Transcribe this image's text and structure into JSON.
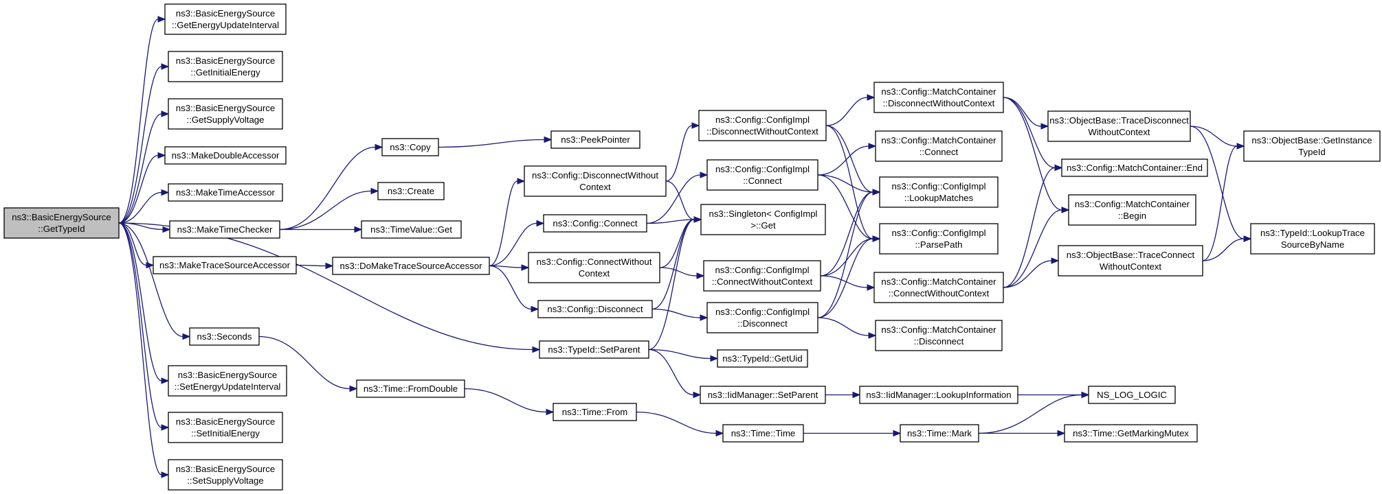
{
  "title": "",
  "nodes": [
    {
      "id": "root",
      "lines": [
        "ns3::BasicEnergySource",
        "::GetTypeId"
      ],
      "root": true
    },
    {
      "id": "getEnergyUpdateInterval",
      "lines": [
        "ns3::BasicEnergySource",
        "::GetEnergyUpdateInterval"
      ]
    },
    {
      "id": "getInitialEnergy",
      "lines": [
        "ns3::BasicEnergySource",
        "::GetInitialEnergy"
      ]
    },
    {
      "id": "getSupplyVoltage",
      "lines": [
        "ns3::BasicEnergySource",
        "::GetSupplyVoltage"
      ]
    },
    {
      "id": "makeDoubleAccessor",
      "lines": [
        "ns3::MakeDoubleAccessor"
      ]
    },
    {
      "id": "makeTimeAccessor",
      "lines": [
        "ns3::MakeTimeAccessor"
      ]
    },
    {
      "id": "makeTimeChecker",
      "lines": [
        "ns3::MakeTimeChecker"
      ]
    },
    {
      "id": "makeTraceSourceAccessor",
      "lines": [
        "ns3::MakeTraceSourceAccessor"
      ]
    },
    {
      "id": "seconds",
      "lines": [
        "ns3::Seconds"
      ]
    },
    {
      "id": "setEnergyUpdateInterval",
      "lines": [
        "ns3::BasicEnergySource",
        "::SetEnergyUpdateInterval"
      ]
    },
    {
      "id": "setInitialEnergy",
      "lines": [
        "ns3::BasicEnergySource",
        "::SetInitialEnergy"
      ]
    },
    {
      "id": "setSupplyVoltage",
      "lines": [
        "ns3::BasicEnergySource",
        "::SetSupplyVoltage"
      ]
    },
    {
      "id": "copy",
      "lines": [
        "ns3::Copy"
      ]
    },
    {
      "id": "create",
      "lines": [
        "ns3::Create"
      ]
    },
    {
      "id": "timeValueGet",
      "lines": [
        "ns3::TimeValue::Get"
      ]
    },
    {
      "id": "doMakeTraceSourceAccessor",
      "lines": [
        "ns3::DoMakeTraceSourceAccessor"
      ]
    },
    {
      "id": "timeFromDouble",
      "lines": [
        "ns3::Time::FromDouble"
      ]
    },
    {
      "id": "peekPointer",
      "lines": [
        "ns3::PeekPointer"
      ]
    },
    {
      "id": "configDisconnectWithoutContext",
      "lines": [
        "ns3::Config::DisconnectWithout",
        "Context"
      ]
    },
    {
      "id": "configConnect",
      "lines": [
        "ns3::Config::Connect"
      ]
    },
    {
      "id": "configConnectWithoutContext",
      "lines": [
        "ns3::Config::ConnectWithout",
        "Context"
      ]
    },
    {
      "id": "configDisconnect",
      "lines": [
        "ns3::Config::Disconnect"
      ]
    },
    {
      "id": "typeIdSetParent",
      "lines": [
        "ns3::TypeId::SetParent"
      ]
    },
    {
      "id": "timeFrom",
      "lines": [
        "ns3::Time::From"
      ]
    },
    {
      "id": "implDisconnectWithoutContext",
      "lines": [
        "ns3::Config::ConfigImpl",
        "::DisconnectWithoutContext"
      ]
    },
    {
      "id": "implConnect",
      "lines": [
        "ns3::Config::ConfigImpl",
        "::Connect"
      ]
    },
    {
      "id": "singletonGet",
      "lines": [
        "ns3::Singleton< ConfigImpl",
        " >::Get"
      ]
    },
    {
      "id": "implConnectWithoutContext",
      "lines": [
        "ns3::Config::ConfigImpl",
        "::ConnectWithoutContext"
      ]
    },
    {
      "id": "implDisconnect",
      "lines": [
        "ns3::Config::ConfigImpl",
        "::Disconnect"
      ]
    },
    {
      "id": "typeIdGetUid",
      "lines": [
        "ns3::TypeId::GetUid"
      ]
    },
    {
      "id": "iidManagerSetParent",
      "lines": [
        "ns3::IidManager::SetParent"
      ]
    },
    {
      "id": "timeTime",
      "lines": [
        "ns3::Time::Time"
      ]
    },
    {
      "id": "mcDisconnectWithoutContext",
      "lines": [
        "ns3::Config::MatchContainer",
        "::DisconnectWithoutContext"
      ]
    },
    {
      "id": "mcConnect",
      "lines": [
        "ns3::Config::MatchContainer",
        "::Connect"
      ]
    },
    {
      "id": "implLookupMatches",
      "lines": [
        "ns3::Config::ConfigImpl",
        "::LookupMatches"
      ]
    },
    {
      "id": "implParsePath",
      "lines": [
        "ns3::Config::ConfigImpl",
        "::ParsePath"
      ]
    },
    {
      "id": "mcConnectWithoutContext",
      "lines": [
        "ns3::Config::MatchContainer",
        "::ConnectWithoutContext"
      ]
    },
    {
      "id": "mcDisconnect",
      "lines": [
        "ns3::Config::MatchContainer",
        "::Disconnect"
      ]
    },
    {
      "id": "iidManagerLookupInformation",
      "lines": [
        "ns3::IidManager::LookupInformation"
      ]
    },
    {
      "id": "timeMark",
      "lines": [
        "ns3::Time::Mark"
      ]
    },
    {
      "id": "traceDisconnectWithoutContext",
      "lines": [
        "ns3::ObjectBase::TraceDisconnect",
        "WithoutContext"
      ]
    },
    {
      "id": "mcEnd",
      "lines": [
        "ns3::Config::MatchContainer::End"
      ]
    },
    {
      "id": "mcBegin",
      "lines": [
        "ns3::Config::MatchContainer",
        "::Begin"
      ]
    },
    {
      "id": "traceConnectWithoutContext",
      "lines": [
        "ns3::ObjectBase::TraceConnect",
        "WithoutContext"
      ]
    },
    {
      "id": "nsLogLogic",
      "lines": [
        "NS_LOG_LOGIC"
      ]
    },
    {
      "id": "getMarkingMutex",
      "lines": [
        "ns3::Time::GetMarkingMutex"
      ]
    },
    {
      "id": "getInstanceTypeId",
      "lines": [
        "ns3::ObjectBase::GetInstance",
        "TypeId"
      ]
    },
    {
      "id": "lookupTraceSourceByName",
      "lines": [
        "ns3::TypeId::LookupTrace",
        "SourceByName"
      ]
    }
  ],
  "edges": [
    [
      "root",
      "getEnergyUpdateInterval"
    ],
    [
      "root",
      "getInitialEnergy"
    ],
    [
      "root",
      "getSupplyVoltage"
    ],
    [
      "root",
      "makeDoubleAccessor"
    ],
    [
      "root",
      "makeTimeAccessor"
    ],
    [
      "root",
      "makeTimeChecker"
    ],
    [
      "root",
      "makeTraceSourceAccessor"
    ],
    [
      "root",
      "seconds"
    ],
    [
      "root",
      "setEnergyUpdateInterval"
    ],
    [
      "root",
      "setInitialEnergy"
    ],
    [
      "root",
      "setSupplyVoltage"
    ],
    [
      "root",
      "typeIdSetParent"
    ],
    [
      "makeTimeChecker",
      "copy"
    ],
    [
      "makeTimeChecker",
      "create"
    ],
    [
      "makeTimeChecker",
      "timeValueGet"
    ],
    [
      "copy",
      "peekPointer"
    ],
    [
      "makeTraceSourceAccessor",
      "doMakeTraceSourceAccessor"
    ],
    [
      "doMakeTraceSourceAccessor",
      "configDisconnectWithoutContext"
    ],
    [
      "doMakeTraceSourceAccessor",
      "configConnect"
    ],
    [
      "doMakeTraceSourceAccessor",
      "configConnectWithoutContext"
    ],
    [
      "doMakeTraceSourceAccessor",
      "configDisconnect"
    ],
    [
      "seconds",
      "timeFromDouble"
    ],
    [
      "timeFromDouble",
      "timeFrom"
    ],
    [
      "timeFrom",
      "timeTime"
    ],
    [
      "timeTime",
      "timeMark"
    ],
    [
      "timeMark",
      "nsLogLogic"
    ],
    [
      "timeMark",
      "getMarkingMutex"
    ],
    [
      "configDisconnectWithoutContext",
      "implDisconnectWithoutContext"
    ],
    [
      "configDisconnectWithoutContext",
      "singletonGet"
    ],
    [
      "configConnect",
      "implConnect"
    ],
    [
      "configConnect",
      "singletonGet"
    ],
    [
      "configConnectWithoutContext",
      "singletonGet"
    ],
    [
      "configConnectWithoutContext",
      "implConnectWithoutContext"
    ],
    [
      "configDisconnect",
      "singletonGet"
    ],
    [
      "configDisconnect",
      "implDisconnect"
    ],
    [
      "typeIdSetParent",
      "singletonGet"
    ],
    [
      "typeIdSetParent",
      "typeIdGetUid"
    ],
    [
      "typeIdSetParent",
      "iidManagerSetParent"
    ],
    [
      "iidManagerSetParent",
      "iidManagerLookupInformation"
    ],
    [
      "iidManagerLookupInformation",
      "nsLogLogic"
    ],
    [
      "implDisconnectWithoutContext",
      "mcDisconnectWithoutContext"
    ],
    [
      "implDisconnectWithoutContext",
      "implLookupMatches"
    ],
    [
      "implDisconnectWithoutContext",
      "implParsePath"
    ],
    [
      "implConnect",
      "mcConnect"
    ],
    [
      "implConnect",
      "implLookupMatches"
    ],
    [
      "implConnect",
      "implParsePath"
    ],
    [
      "implConnectWithoutContext",
      "implParsePath"
    ],
    [
      "implConnectWithoutContext",
      "mcConnectWithoutContext"
    ],
    [
      "implConnectWithoutContext",
      "implLookupMatches"
    ],
    [
      "implDisconnect",
      "implLookupMatches"
    ],
    [
      "implDisconnect",
      "implParsePath"
    ],
    [
      "implDisconnect",
      "mcDisconnect"
    ],
    [
      "mcDisconnectWithoutContext",
      "traceDisconnectWithoutContext"
    ],
    [
      "mcDisconnectWithoutContext",
      "mcEnd"
    ],
    [
      "mcDisconnectWithoutContext",
      "mcBegin"
    ],
    [
      "mcConnectWithoutContext",
      "traceConnectWithoutContext"
    ],
    [
      "mcConnectWithoutContext",
      "mcEnd"
    ],
    [
      "mcConnectWithoutContext",
      "mcBegin"
    ],
    [
      "traceDisconnectWithoutContext",
      "getInstanceTypeId"
    ],
    [
      "traceDisconnectWithoutContext",
      "lookupTraceSourceByName"
    ],
    [
      "traceConnectWithoutContext",
      "getInstanceTypeId"
    ],
    [
      "traceConnectWithoutContext",
      "lookupTraceSourceByName"
    ]
  ]
}
